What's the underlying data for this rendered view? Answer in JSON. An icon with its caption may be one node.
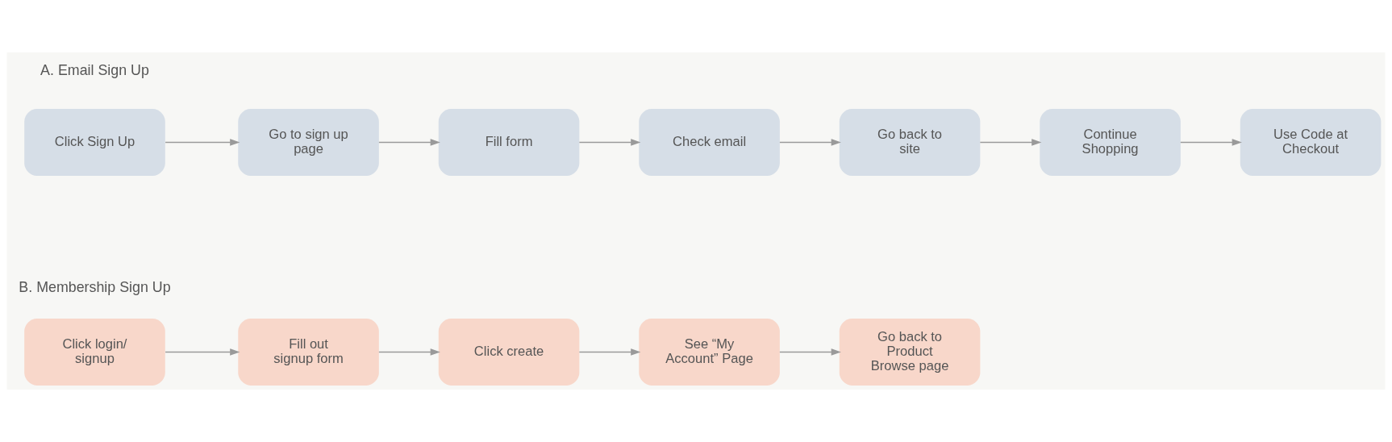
{
  "diagram": {
    "nodes": [
      {
        "text": [
          "Click Sign Up"
        ]
      },
      {
        "text": [
          "Go to sign up page"
        ]
      },
      {
        "text": [
          "Fill form"
        ]
      },
      {
        "text": [
          "Check email"
        ]
      },
      {
        "text": [
          "Go back to site"
        ]
      },
      {
        "text": [
          "Continue Shopping"
        ]
      },
      {
        "text": [
          "Use Code at Checkout"
        ]
      },
      {
        "text": [
          "Click login/ signup"
        ]
      },
      {
        "text": [
          "Fill out signup form"
        ]
      },
      {
        "text": [
          "Click create"
        ]
      },
      {
        "text": [
          "See “My Account” Page"
        ]
      },
      {
        "text": [
          "Go back to Product Browse page"
        ]
      }
    ],
    "edges": [
      {
        "from": 0,
        "to": 1,
        "arrow": "to"
      },
      {
        "from": 1,
        "to": 2,
        "arrow": "to"
      },
      {
        "from": 2,
        "to": 3,
        "arrow": "to"
      },
      {
        "from": 3,
        "to": 4,
        "arrow": "to"
      },
      {
        "from": 4,
        "to": 5,
        "arrow": "to"
      },
      {
        "from": 5,
        "to": 6,
        "arrow": "to"
      },
      {
        "from": 7,
        "to": 8,
        "arrow": "to"
      },
      {
        "from": 8,
        "to": 9,
        "arrow": "to"
      },
      {
        "from": 9,
        "to": 10,
        "arrow": "to"
      },
      {
        "from": 10,
        "to": 11,
        "arrow": "to"
      }
    ],
    "labels": [
      "A. Email Sign Up",
      "B. Membership Sign Up"
    ]
  }
}
